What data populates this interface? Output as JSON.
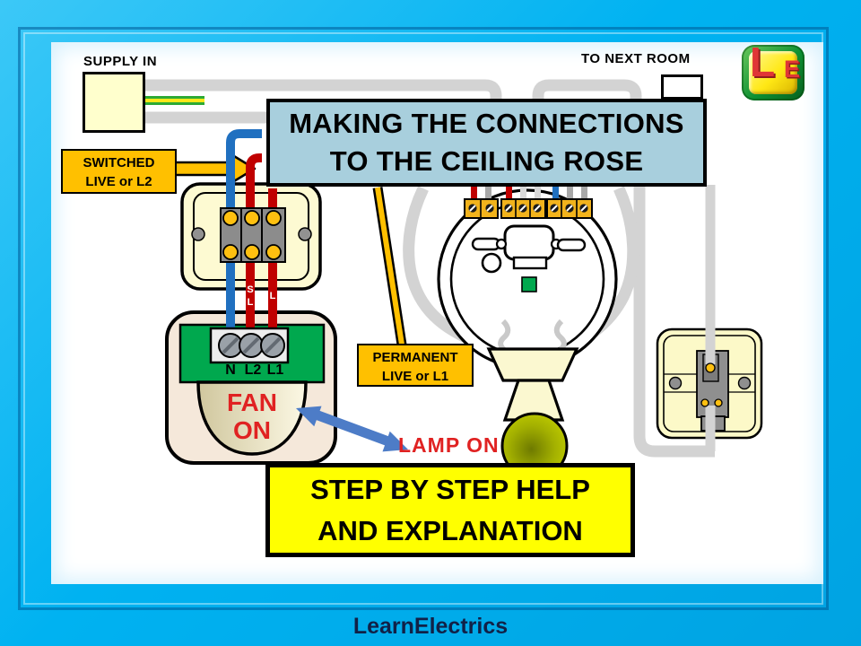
{
  "slide": {
    "footer_brand": "LearnElectrics"
  },
  "logo": {
    "letter_big": "L",
    "letter_small": "E"
  },
  "annotations": {
    "supply_in": "SUPPLY IN",
    "to_next_room": "TO NEXT ROOM",
    "title_line1": "MAKING THE CONNECTIONS",
    "title_line2": "TO THE CEILING ROSE",
    "switched_live_line1": "SWITCHED",
    "switched_live_line2": "LIVE or L2",
    "permanent_live_line1": "PERMANENT",
    "permanent_live_line2": "LIVE or L1",
    "lamp_on": "LAMP ON",
    "help_line1": "STEP BY STEP HELP",
    "help_line2": "AND EXPLANATION"
  },
  "fan": {
    "terminal_labels": [
      "N",
      "L2",
      "L1"
    ],
    "state_line1": "FAN",
    "state_line2": "ON"
  },
  "wire_tags": {
    "switched_live_s": "S",
    "switched_live_l": "L",
    "permanent_live_l": "L"
  },
  "colors": {
    "frame_cyan": "#00aeef",
    "title_box_blue": "#a8cfdd",
    "label_orange": "#ffc000",
    "help_yellow": "#ffff00",
    "wire_red": "#c00000",
    "wire_blue": "#2070c0",
    "cable_grey": "#d3d3d3",
    "earth_green": "#2daa35",
    "earth_yellow": "#ffe81a",
    "fan_green": "#00a84e",
    "bulb_yellow_green": "#ccd800",
    "arrow_blue": "#4d7cc7",
    "text_red": "#e02222",
    "footer_text_navy": "#112147"
  }
}
